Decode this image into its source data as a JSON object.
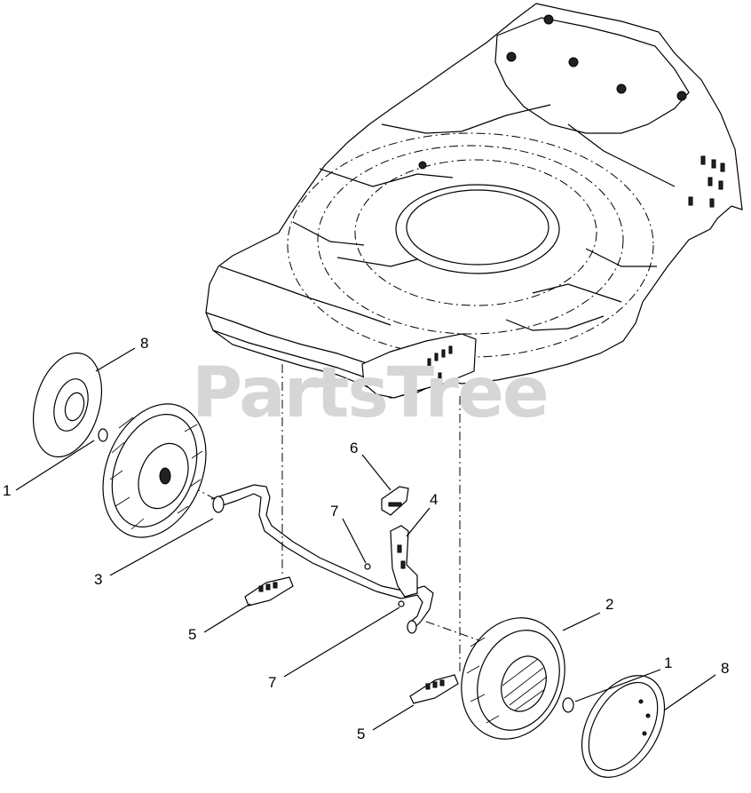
{
  "watermark": "PartsTree",
  "callouts": [
    {
      "id": "c8a",
      "label": "8"
    },
    {
      "id": "c1a",
      "label": "1"
    },
    {
      "id": "c3",
      "label": "3"
    },
    {
      "id": "c5a",
      "label": "5"
    },
    {
      "id": "c6",
      "label": "6"
    },
    {
      "id": "c7a",
      "label": "7"
    },
    {
      "id": "c4",
      "label": "4"
    },
    {
      "id": "c7b",
      "label": "7"
    },
    {
      "id": "c2",
      "label": "2"
    },
    {
      "id": "c1b",
      "label": "1"
    },
    {
      "id": "c8b",
      "label": "8"
    },
    {
      "id": "c5b",
      "label": "5"
    }
  ]
}
